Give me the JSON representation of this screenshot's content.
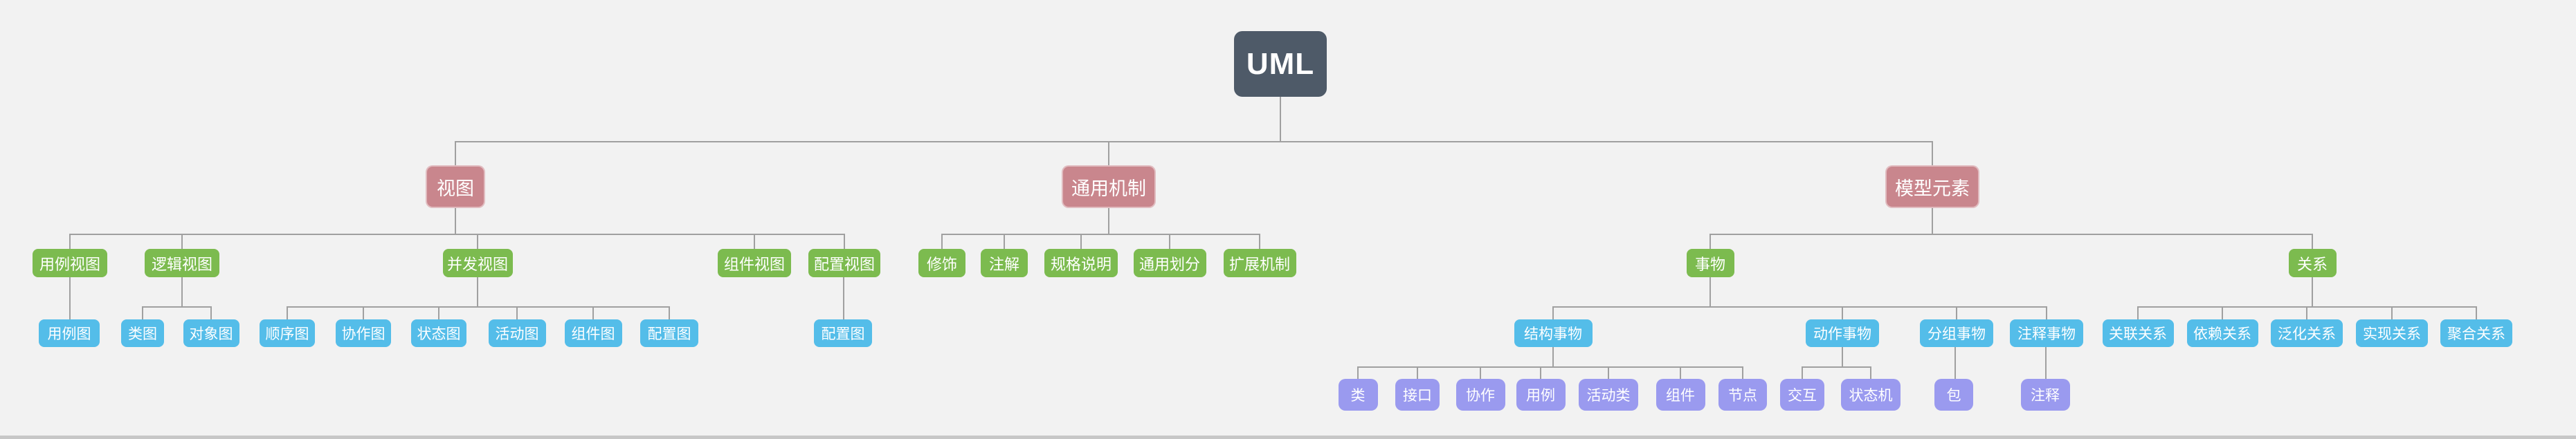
{
  "app": {
    "background": "#f2f2f2",
    "scrollbar_color": "#c7c7c7"
  },
  "palette": {
    "root": "#4e5a68",
    "branch": "#c9868d",
    "green": "#7cbb4f",
    "blue": "#54bde9",
    "purple": "#9a9aef",
    "line": "#a0a0a0",
    "text": "#ffffff"
  },
  "tree": {
    "id": "uml",
    "label": "UML",
    "color": "root",
    "children": [
      {
        "id": "views",
        "label": "视图",
        "color": "branch",
        "children": [
          {
            "id": "usecase-view",
            "label": "用例视图",
            "color": "green",
            "children": [
              {
                "id": "usecase-diagram",
                "label": "用例图",
                "color": "blue",
                "children": []
              }
            ]
          },
          {
            "id": "logical-view",
            "label": "逻辑视图",
            "color": "green",
            "children": [
              {
                "id": "class-diagram",
                "label": "类图",
                "color": "blue",
                "children": []
              },
              {
                "id": "object-diagram",
                "label": "对象图",
                "color": "blue",
                "children": []
              }
            ]
          },
          {
            "id": "concurrent-view",
            "label": "并发视图",
            "color": "green",
            "children": [
              {
                "id": "sequence-diagram",
                "label": "顺序图",
                "color": "blue",
                "children": []
              },
              {
                "id": "collaboration-diagram",
                "label": "协作图",
                "color": "blue",
                "children": []
              },
              {
                "id": "statechart-diagram",
                "label": "状态图",
                "color": "blue",
                "children": []
              },
              {
                "id": "activity-diagram",
                "label": "活动图",
                "color": "blue",
                "children": []
              },
              {
                "id": "component-diagram",
                "label": "组件图",
                "color": "blue",
                "children": []
              },
              {
                "id": "deployment-diagram",
                "label": "配置图",
                "color": "blue",
                "children": []
              }
            ]
          },
          {
            "id": "component-view",
            "label": "组件视图",
            "color": "green",
            "children": []
          },
          {
            "id": "deployment-view",
            "label": "配置视图",
            "color": "green",
            "children": [
              {
                "id": "deployment-diagram-2",
                "label": "配置图",
                "color": "blue",
                "children": []
              }
            ]
          }
        ]
      },
      {
        "id": "mechanisms",
        "label": "通用机制",
        "color": "branch",
        "children": [
          {
            "id": "decoration",
            "label": "修饰",
            "color": "green",
            "children": []
          },
          {
            "id": "annotation",
            "label": "注解",
            "color": "green",
            "children": []
          },
          {
            "id": "specification",
            "label": "规格说明",
            "color": "green",
            "children": []
          },
          {
            "id": "common-division",
            "label": "通用划分",
            "color": "green",
            "children": []
          },
          {
            "id": "extension-mechanism",
            "label": "扩展机制",
            "color": "green",
            "children": []
          }
        ]
      },
      {
        "id": "elements",
        "label": "模型元素",
        "color": "branch",
        "children": [
          {
            "id": "things",
            "label": "事物",
            "color": "green",
            "children": [
              {
                "id": "structural-things",
                "label": "结构事物",
                "color": "blue",
                "children": [
                  {
                    "id": "class",
                    "label": "类",
                    "color": "purple",
                    "children": []
                  },
                  {
                    "id": "interface",
                    "label": "接口",
                    "color": "purple",
                    "children": []
                  },
                  {
                    "id": "collaboration",
                    "label": "协作",
                    "color": "purple",
                    "children": []
                  },
                  {
                    "id": "usecase",
                    "label": "用例",
                    "color": "purple",
                    "children": []
                  },
                  {
                    "id": "active-class",
                    "label": "活动类",
                    "color": "purple",
                    "children": []
                  },
                  {
                    "id": "component",
                    "label": "组件",
                    "color": "purple",
                    "children": []
                  },
                  {
                    "id": "node",
                    "label": "节点",
                    "color": "purple",
                    "children": []
                  }
                ]
              },
              {
                "id": "behavioral-things",
                "label": "动作事物",
                "color": "blue",
                "children": [
                  {
                    "id": "interaction",
                    "label": "交互",
                    "color": "purple",
                    "children": []
                  },
                  {
                    "id": "state-machine",
                    "label": "状态机",
                    "color": "purple",
                    "children": []
                  }
                ]
              },
              {
                "id": "grouping-things",
                "label": "分组事物",
                "color": "blue",
                "children": [
                  {
                    "id": "package",
                    "label": "包",
                    "color": "purple",
                    "children": []
                  }
                ]
              },
              {
                "id": "annotational-things",
                "label": "注释事物",
                "color": "blue",
                "children": [
                  {
                    "id": "note",
                    "label": "注释",
                    "color": "purple",
                    "children": []
                  }
                ]
              }
            ]
          },
          {
            "id": "relationships",
            "label": "关系",
            "color": "green",
            "children": [
              {
                "id": "association",
                "label": "关联关系",
                "color": "blue",
                "children": []
              },
              {
                "id": "dependency",
                "label": "依赖关系",
                "color": "blue",
                "children": []
              },
              {
                "id": "generalization",
                "label": "泛化关系",
                "color": "blue",
                "children": []
              },
              {
                "id": "realization",
                "label": "实现关系",
                "color": "blue",
                "children": []
              },
              {
                "id": "aggregation",
                "label": "聚合关系",
                "color": "blue",
                "children": []
              }
            ]
          }
        ]
      }
    ]
  }
}
